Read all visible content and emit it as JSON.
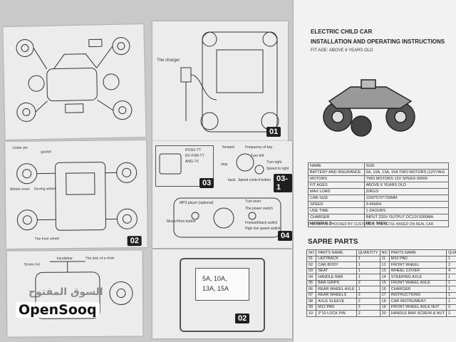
{
  "brand": {
    "logo_text": "OpenSooq",
    "watermark_arabic": "السوق المفتوح"
  },
  "panel_01": {
    "num": "01",
    "label_charger": "The charger"
  },
  "panel_02a": {
    "num": "02",
    "labels": [
      "Cotter pin",
      "gasket",
      "Wheel cover",
      "Driving wheel",
      "The front wheel"
    ]
  },
  "panel_03": {
    "num": "03",
    "num2": "03-1",
    "codes": [
      "RXSG-TT",
      "RX FOR-TT",
      "ANG-TX"
    ]
  },
  "panel_keys": {
    "labels": [
      "forward",
      "Frequency of key",
      "Turn left",
      "Turn right",
      "stop",
      "Speed to right",
      "back",
      "Speed control button"
    ]
  },
  "panel_04": {
    "num": "04",
    "labels": [
      "MP3 player (optional)",
      "Music/Horn button",
      "Turn lever",
      "The power switch",
      "Forward/back switch",
      "High low speed switch"
    ]
  },
  "panel_left_bottom": {
    "labels": [
      "handlebar",
      "Screw nut",
      "The lock of a chair"
    ]
  },
  "panel_02b": {
    "num": "02",
    "fuse_lines": [
      "5A, 10A,",
      "13A, 15A"
    ]
  },
  "manual": {
    "title_line1": "ELECTRIC CHILD CAR",
    "title_line2": "INSTALLATION AND OPERATING INSTRUCTIONS",
    "fit_age": "FIT AGE: ABOVE 6 YEARS OLD",
    "spec_rows": [
      [
        "NAME",
        "SIZE"
      ],
      [
        "BATTERY AND INSURANCE",
        "5A, 10A, 13A, 15A TWO MOTORS (12V7AH)"
      ],
      [
        "MOTORS",
        "TWO MOTORS 12V SPEED 90000"
      ],
      [
        "FIT AGES",
        "ABOVE 6 YEARS OLD"
      ],
      [
        "MAX LOAD",
        "30KGS"
      ],
      [
        "CAR SIZE",
        "1030*570*730MM"
      ],
      [
        "SPEED",
        "3-6KM/H"
      ],
      [
        "USE TIME",
        "1-2HOURS"
      ],
      [
        "CHARGER",
        "INPUT 220V  OUTPUT DC12V1000MA"
      ],
      [
        "MATERIALS",
        "PP & STEEL"
      ]
    ],
    "spec_note": "THE ABOVE CHOOSED BY CUSTOMER, THE ACTUL BASED ON REAL CAR",
    "parts_title": "SAPRE PARTS",
    "parts_header": [
      "NO",
      "PARTS NAME",
      "QUANTITY",
      "NO",
      "PARTS NAME",
      "QUANTITY"
    ],
    "parts_rows": [
      [
        "01",
        "LAZYBACK",
        "1",
        "11",
        "M10 PAD",
        "1"
      ],
      [
        "02",
        "CAR BODY",
        "1",
        "12",
        "FRONT WHEEL",
        "2"
      ],
      [
        "03",
        "SEAT",
        "1",
        "13",
        "WHEEL COVER",
        "4"
      ],
      [
        "04",
        "HANDLE BAR",
        "1",
        "14",
        "STEERING AXLE",
        "1"
      ],
      [
        "05",
        "BAR GRIPS",
        "2",
        "15",
        "FRONT WHEEL AXLE",
        "1"
      ],
      [
        "06",
        "REAR WHEEL AXLE",
        "1",
        "16",
        "CHARGER",
        "1"
      ],
      [
        "07",
        "REAR WHEELS",
        "2",
        "17",
        "INSTRUCTIONS",
        "1"
      ],
      [
        "08",
        "AXLE SLEEVE",
        "2",
        "18",
        "CAR INSTRUMENT",
        "1"
      ],
      [
        "09",
        "M12 PAD",
        "2",
        "19",
        "FRONT WHEEL AXLE NUT",
        "2"
      ],
      [
        "10",
        "2*10 LOCK PIN",
        "2",
        "20",
        "HANDLE BAR SCREW & NUT",
        "2"
      ]
    ]
  }
}
